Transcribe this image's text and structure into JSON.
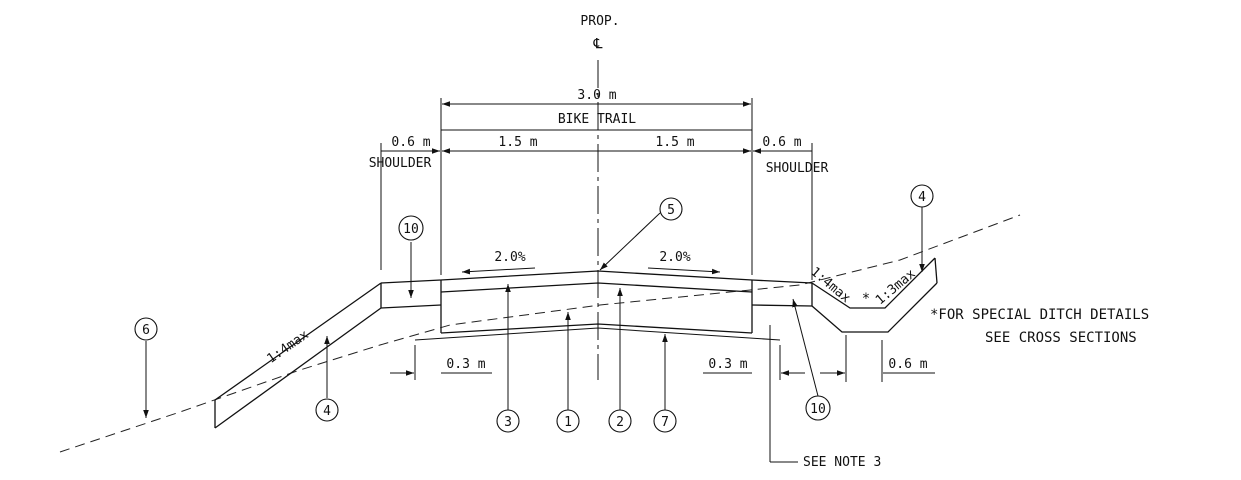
{
  "diagram": {
    "centerline": {
      "line1": "PROP.",
      "line2": "℄"
    },
    "overall_width": "3.0 m",
    "bike_trail_label": "BIKE TRAIL",
    "left_half": "1.5 m",
    "right_half": "1.5 m",
    "shoulder_left_width": "0.6 m",
    "shoulder_right_width": "0.6 m",
    "shoulder_label": "SHOULDER",
    "slope_left": "2.0%",
    "slope_right": "2.0%",
    "fill_slope": "1:4max",
    "ditch_foreslope": "1:4max",
    "ditch_backslope": "1:3max",
    "asterisk": "*",
    "offset_left": "0.3 m",
    "offset_right": "0.3 m",
    "ditch_bottom": "0.6 m",
    "note_line1": "*FOR SPECIAL DITCH DETAILS",
    "note_line2": "SEE CROSS SECTIONS",
    "see_note": "SEE NOTE 3",
    "callouts": {
      "c1": "1",
      "c2": "2",
      "c3": "3",
      "c4_left": "4",
      "c4_right": "4",
      "c5": "5",
      "c6": "6",
      "c7": "7",
      "c10_left": "10",
      "c10_right": "10"
    }
  }
}
